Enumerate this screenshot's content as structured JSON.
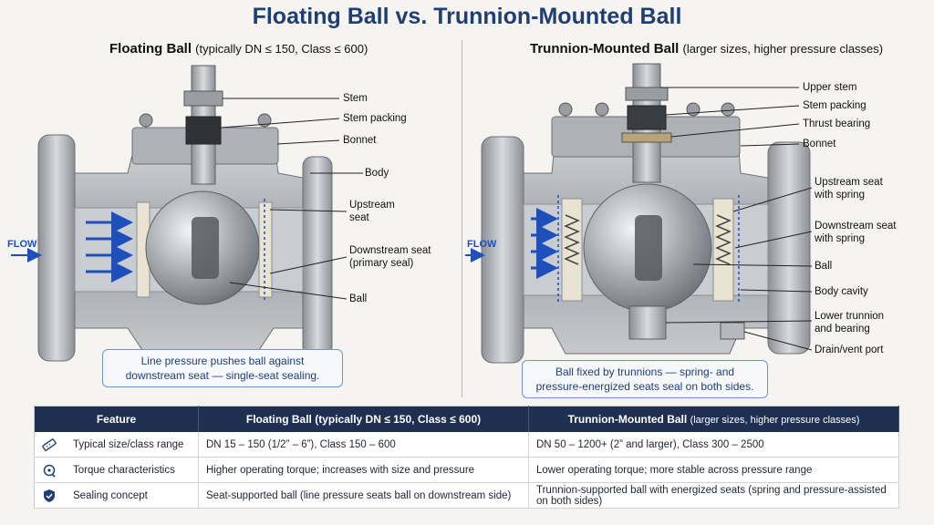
{
  "title": "Floating Ball vs. Trunnion-Mounted Ball",
  "left_panel": {
    "title": "Floating Ball",
    "subtitle": "(typically DN ≤ 150, Class ≤ 600)",
    "flow_label": "FLOW",
    "labels": {
      "stem": "Stem",
      "stem_packing": "Stem packing",
      "bonnet": "Bonnet",
      "body": "Body",
      "upstream_seat_1": "Upstream",
      "upstream_seat_2": "seat",
      "downstream_seat_1": "Downstream seat",
      "downstream_seat_2": "(primary seal)",
      "ball": "Ball"
    },
    "callout_1": "Line pressure pushes ball against",
    "callout_2": "downstream seat — single-seat sealing."
  },
  "right_panel": {
    "title": "Trunnion-Mounted Ball",
    "subtitle": "(larger sizes, higher pressure classes)",
    "flow_label": "FLOW",
    "labels": {
      "upper_stem": "Upper stem",
      "stem_packing": "Stem packing",
      "thrust_bearing": "Thrust bearing",
      "bonnet": "Bonnet",
      "upstream_seat_1": "Upstream seat",
      "upstream_seat_2": "with spring",
      "downstream_seat_1": "Downstream seat",
      "downstream_seat_2": "with spring",
      "ball": "Ball",
      "body_cavity": "Body cavity",
      "lower_trunnion_1": "Lower trunnion",
      "lower_trunnion_2": "and bearing",
      "drain_vent": "Drain/vent port"
    },
    "callout_1": "Ball fixed by trunnions — spring- and",
    "callout_2": "pressure-energized seats seal on both sides."
  },
  "colors": {
    "title": "#1f3f72",
    "table_header": "#1f2f52",
    "flow_arrow": "#1f4fb8",
    "metal": "#a9acb0"
  },
  "table": {
    "headers": {
      "feature": "Feature",
      "floating": "Floating Ball (typically DN ≤ 150, Class ≤ 600)",
      "trunnion_main": "Trunnion-Mounted Ball",
      "trunnion_sub": "(larger sizes, higher pressure classes)"
    },
    "rows": [
      {
        "icon": "ruler-icon",
        "feature": "Typical size/class range",
        "floating": "DN 15 – 150  (1/2” – 6”),  Class 150 – 600",
        "trunnion": "DN 50 – 1200+  (2” and larger),  Class 300 – 2500"
      },
      {
        "icon": "torque-icon",
        "feature": "Torque characteristics",
        "floating": "Higher operating torque; increases with size and pressure",
        "trunnion": "Lower operating torque; more stable across pressure range"
      },
      {
        "icon": "shield-icon",
        "feature": "Sealing concept",
        "floating": "Seat-supported ball (line pressure seats ball on downstream side)",
        "trunnion": "Trunnion-supported ball with energized seats (spring and pressure-assisted on both sides)"
      }
    ]
  }
}
